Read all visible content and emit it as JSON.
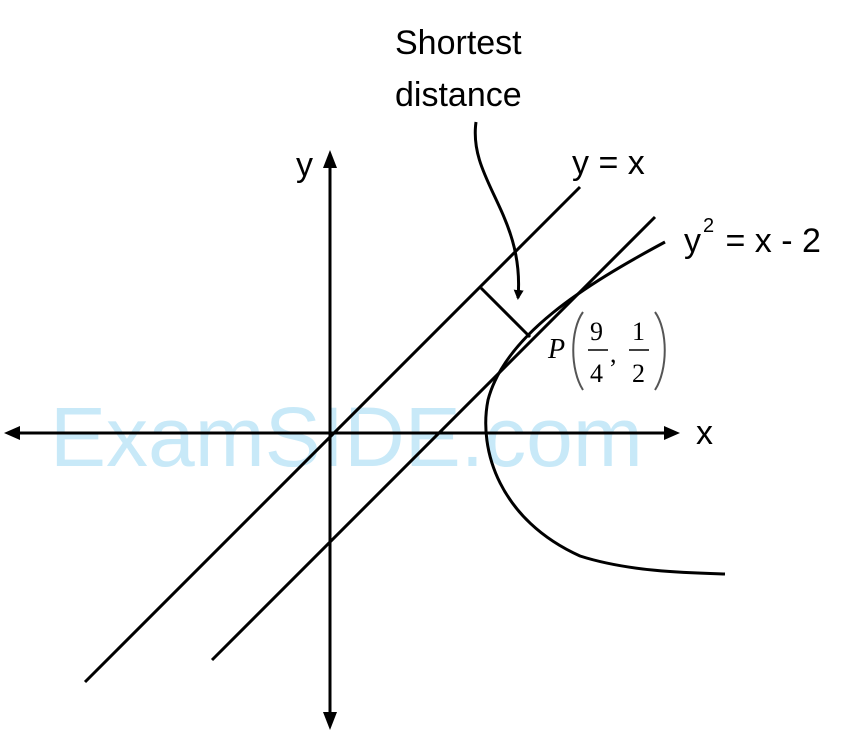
{
  "labels": {
    "annotation_line1": "Shortest",
    "annotation_line2": "distance",
    "y_axis": "y",
    "x_axis": "x",
    "line": "y = x",
    "parabola_base": "y",
    "parabola_exp": "2",
    "parabola_rest": " = x - 2",
    "point_name": "P",
    "point_x_num": "9",
    "point_x_den": "4",
    "point_y_num": "1",
    "point_y_den": "2",
    "point_comma": ","
  },
  "watermark": "ExamSIDE.com",
  "colors": {
    "ink": "#000000",
    "watermark": "#bfe6f7"
  }
}
